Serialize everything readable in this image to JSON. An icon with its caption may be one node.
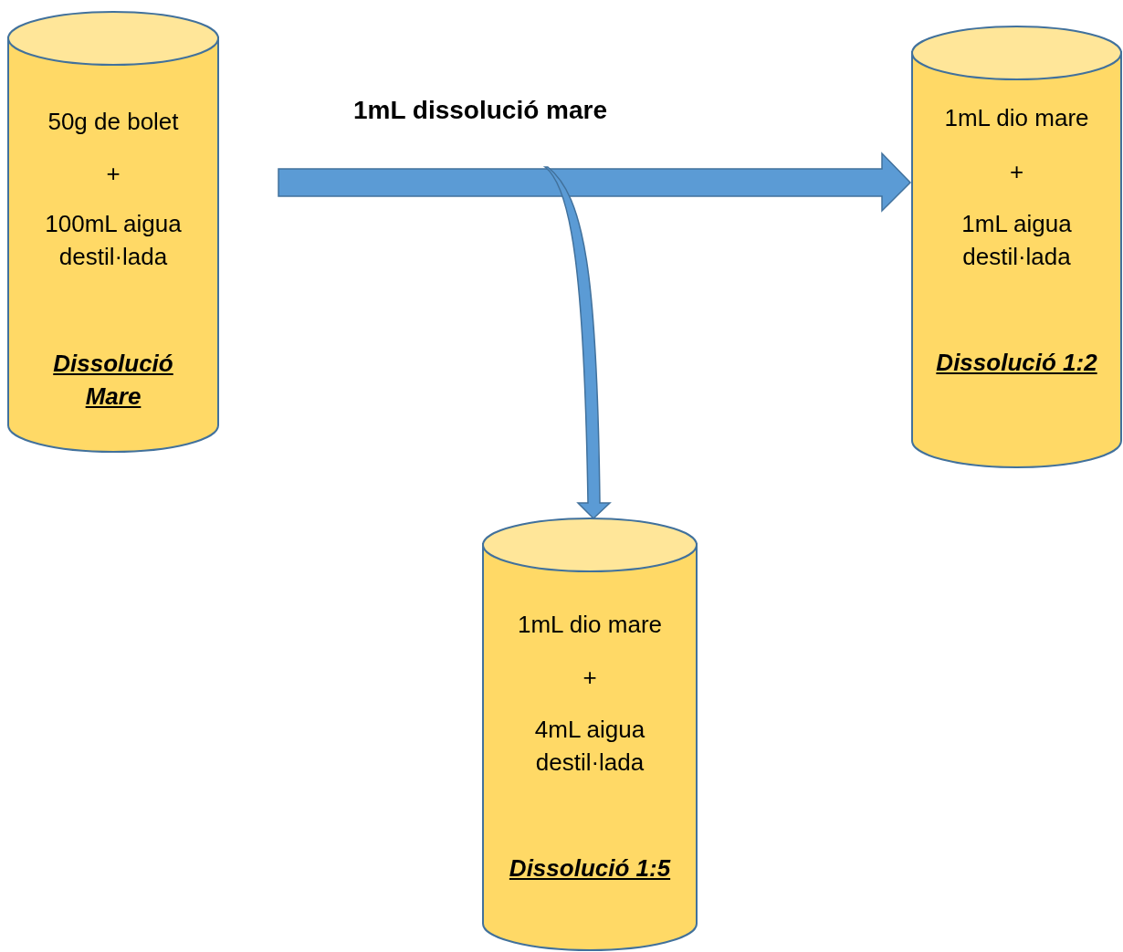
{
  "diagram": {
    "nodes": [
      {
        "text": [
          "50g de bolet",
          "+",
          "100mL aigua destil·lada",
          "Dissolució Mare"
        ]
      },
      {
        "text": [
          "1mL dio mare",
          "+",
          "1mL aigua destil·lada",
          "Dissolució 1:2"
        ]
      },
      {
        "text": [
          "1mL dio mare",
          "+",
          "4mL aigua destil·lada",
          "Dissolució 1:5"
        ]
      }
    ],
    "edges": [
      {
        "from": null,
        "to": 1,
        "arrow": "to",
        "label": "1mL dissolució mare"
      },
      {
        "from": null,
        "to": 2,
        "arrow": "to"
      }
    ]
  }
}
